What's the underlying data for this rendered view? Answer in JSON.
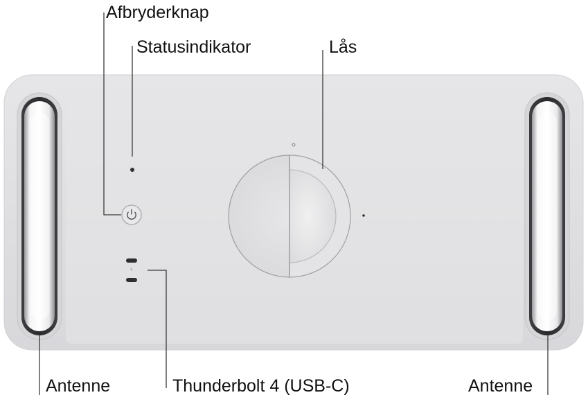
{
  "callouts": {
    "power_button": "Afbryderknap",
    "status_indicator": "Statusindikator",
    "lock": "Lås",
    "antenna_left": "Antenne",
    "thunderbolt": "Thunderbolt 4 (USB-C)",
    "antenna_right": "Antenne"
  },
  "colors": {
    "case": "#e3e3e5",
    "case_edge": "#d2d2d5",
    "lock_disc": "#e0e0e2",
    "leader_line": "#3a3a3a",
    "text": "#111111"
  },
  "icons": {
    "power_button": "power-icon",
    "status_light": "status-light-dot",
    "ports": "usb-c-port"
  }
}
